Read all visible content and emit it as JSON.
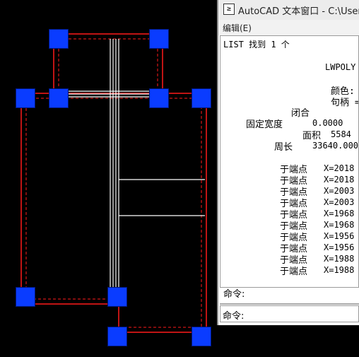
{
  "window": {
    "title": "AutoCAD 文本窗口 - C:\\Users\\",
    "icon_symbol": "≥",
    "menu_edit": "编辑(E)"
  },
  "output": {
    "header": "LIST 找到 1 个",
    "entity": "LWPOLY",
    "layer_color": "颜色:",
    "handle": "句柄 =",
    "closed": "闭合",
    "const_width_label": "固定宽度",
    "const_width_value": "0.0000",
    "area_label": "面积",
    "area_value": "5584",
    "perimeter_label": "周长",
    "perimeter_value": "33640.000",
    "vertices": [
      {
        "label": "于端点",
        "x": "X=2018"
      },
      {
        "label": "于端点",
        "x": "X=2018"
      },
      {
        "label": "于端点",
        "x": "X=2003"
      },
      {
        "label": "于端点",
        "x": "X=2003"
      },
      {
        "label": "于端点",
        "x": "X=1968"
      },
      {
        "label": "于端点",
        "x": "X=1968"
      },
      {
        "label": "于端点",
        "x": "X=1956"
      },
      {
        "label": "于端点",
        "x": "X=1956"
      },
      {
        "label": "于端点",
        "x": "X=1988"
      },
      {
        "label": "于端点",
        "x": "X=1988"
      }
    ]
  },
  "prompt": {
    "label1": "命令:",
    "label2": "命令:"
  },
  "colors": {
    "grip": "#0a3cff",
    "polyline_red": "#ff1a1a",
    "line_white": "#ffffff",
    "background": "#000000"
  }
}
